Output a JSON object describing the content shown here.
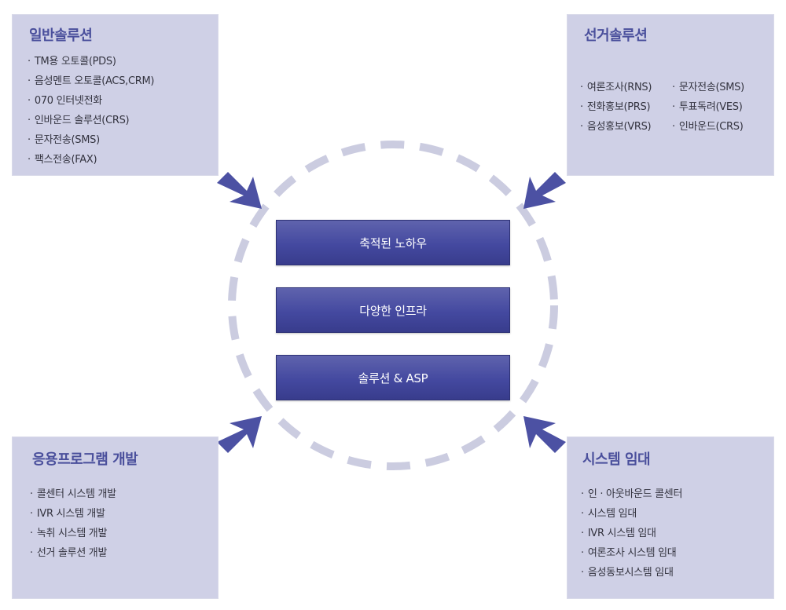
{
  "colors": {
    "panel_bg": "#cfd0e6",
    "title": "#4a4f9c",
    "arrow": "#4c51a3",
    "ring": "#cbcce0",
    "box": "#4449a0"
  },
  "panels": {
    "top_left": {
      "title": "일반솔루션",
      "items": [
        "TM용 오토콜(PDS)",
        "음성멘트 오토콜(ACS,CRM)",
        "070 인터넷전화",
        "인바운드 솔루션(CRS)",
        "문자전송(SMS)",
        "팩스전송(FAX)"
      ]
    },
    "top_right": {
      "title": "선거솔루션",
      "col1": [
        "여론조사(RNS)",
        "전화홍보(PRS)",
        "음성홍보(VRS)"
      ],
      "col2": [
        "문자전송(SMS)",
        "투표독려(VES)",
        "인바운드(CRS)"
      ]
    },
    "bottom_left": {
      "title": "응용프로그램 개발",
      "items": [
        "콜센터 시스템 개발",
        "IVR 시스템 개발",
        "녹취 시스템 개발",
        "선거 솔루션 개발"
      ]
    },
    "bottom_right": {
      "title": "시스템 임대",
      "items": [
        "인 · 아웃바운드 콜센터",
        "시스템 임대",
        "IVR 시스템 임대",
        "여론조사 시스템 임대",
        "음성동보시스템 임대"
      ]
    }
  },
  "center": {
    "boxes": [
      "축적된 노하우",
      "다양한 인프라",
      "솔루션 & ASP"
    ]
  }
}
